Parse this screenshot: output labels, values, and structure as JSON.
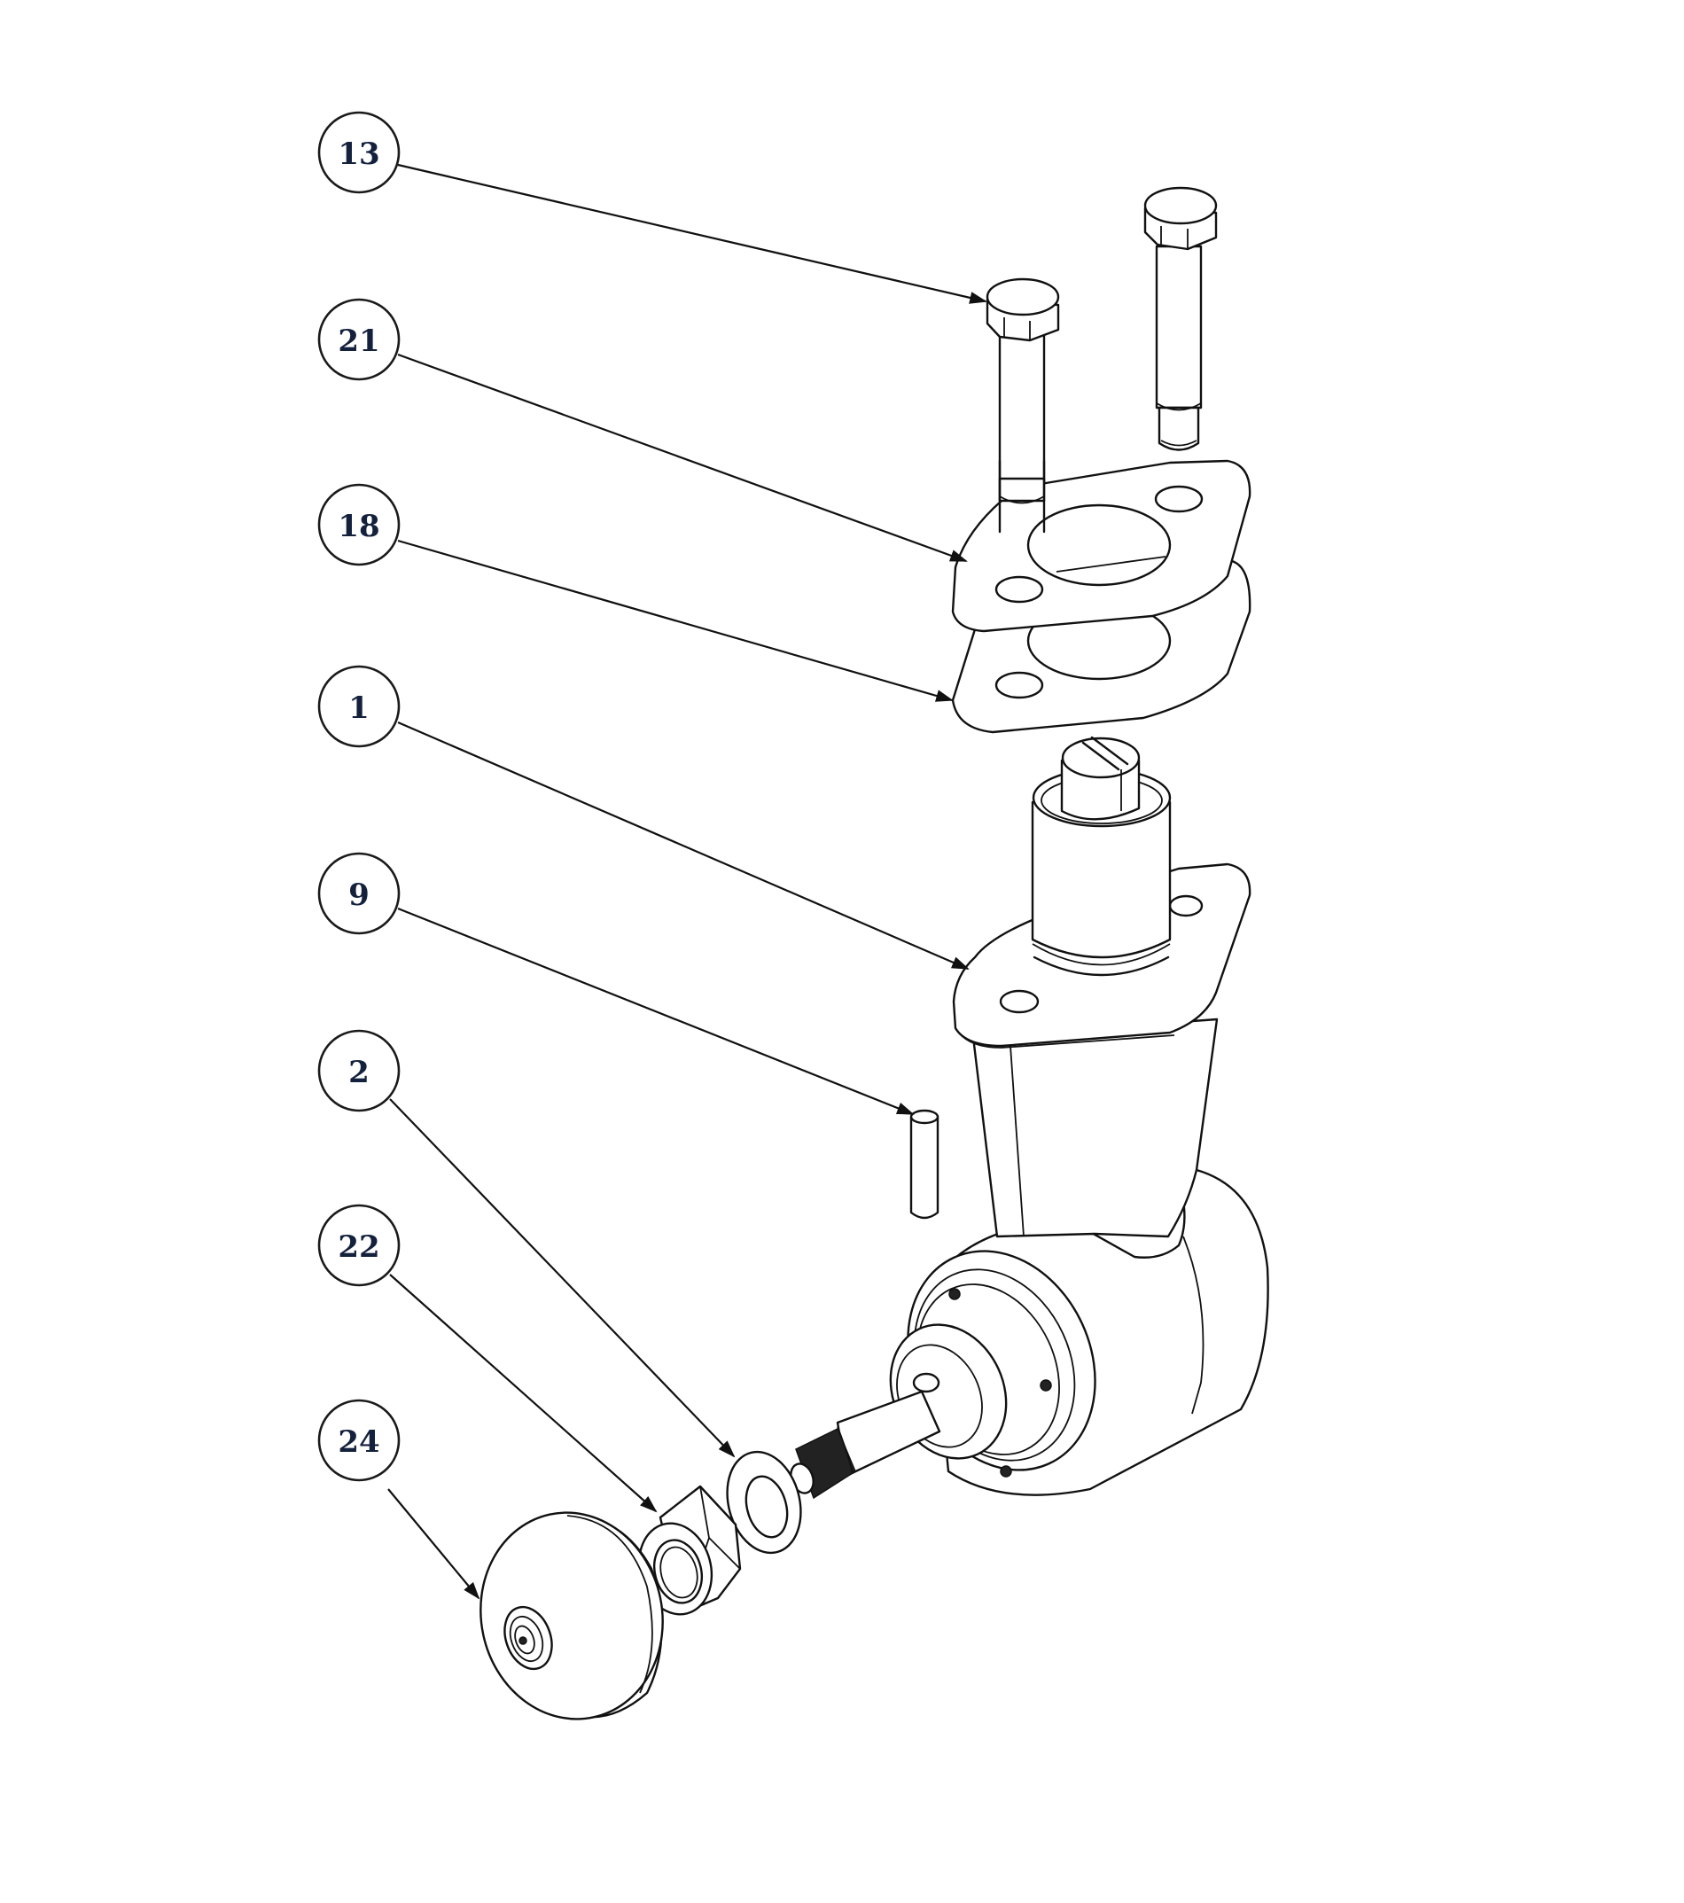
{
  "drawing": {
    "type": "exploded-assembly-view",
    "background": "#ffffff",
    "line_color": "#111111"
  },
  "balloons": [
    {
      "id": "13",
      "label": "13",
      "part": "hex-bolt"
    },
    {
      "id": "21",
      "label": "21",
      "part": "upper-flange-gasket"
    },
    {
      "id": "18",
      "label": "18",
      "part": "lower-flange-gasket"
    },
    {
      "id": "1",
      "label": "1",
      "part": "gearbox-housing"
    },
    {
      "id": "9",
      "label": "9",
      "part": "dowel-pin"
    },
    {
      "id": "2",
      "label": "2",
      "part": "flat-washer"
    },
    {
      "id": "22",
      "label": "22",
      "part": "hex-nut"
    },
    {
      "id": "24",
      "label": "24",
      "part": "knob"
    }
  ]
}
